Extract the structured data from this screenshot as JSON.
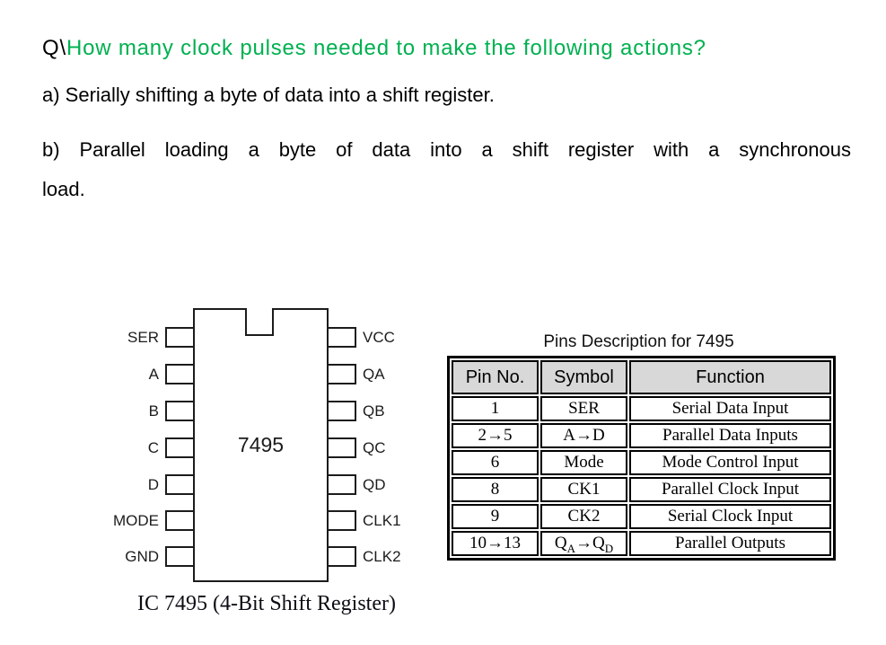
{
  "question": {
    "prefix": "Q\\",
    "text": "How many clock pulses needed to make the following actions?"
  },
  "items": {
    "a": "a) Serially shifting a byte of data into a shift register.",
    "b_line1": "b) Parallel loading a byte of data into a shift register with a synchronous",
    "b_line2": "load."
  },
  "diagram": {
    "chip_label": "7495",
    "caption": "IC 7495 (4-Bit Shift Register)",
    "left_pins": [
      "SER",
      "A",
      "B",
      "C",
      "D",
      "MODE",
      "GND"
    ],
    "right_pins": [
      "VCC",
      "QA",
      "QB",
      "QC",
      "QD",
      "CLK1",
      "CLK2"
    ]
  },
  "table": {
    "title": "Pins Description for 7495",
    "headers": [
      "Pin No.",
      "Symbol",
      "Function"
    ],
    "rows": [
      {
        "pin": "1",
        "symbol": "SER",
        "function": "Serial Data Input"
      },
      {
        "pin": "2→5",
        "symbol": "A→D",
        "function": "Parallel Data Inputs"
      },
      {
        "pin": "6",
        "symbol": "Mode",
        "function": "Mode Control Input"
      },
      {
        "pin": "8",
        "symbol": "CK1",
        "function": "Parallel Clock Input"
      },
      {
        "pin": "9",
        "symbol": "CK2",
        "function": "Serial Clock Input"
      },
      {
        "pin": "10→13",
        "symbol_parts": {
          "base1": "Q",
          "sub1": "A",
          "arrow": "→",
          "base2": "Q",
          "sub2": "D"
        },
        "function": "Parallel Outputs"
      }
    ]
  },
  "colors": {
    "accent_green": "#00B050",
    "table_header_bg": "#d8d8d8"
  }
}
